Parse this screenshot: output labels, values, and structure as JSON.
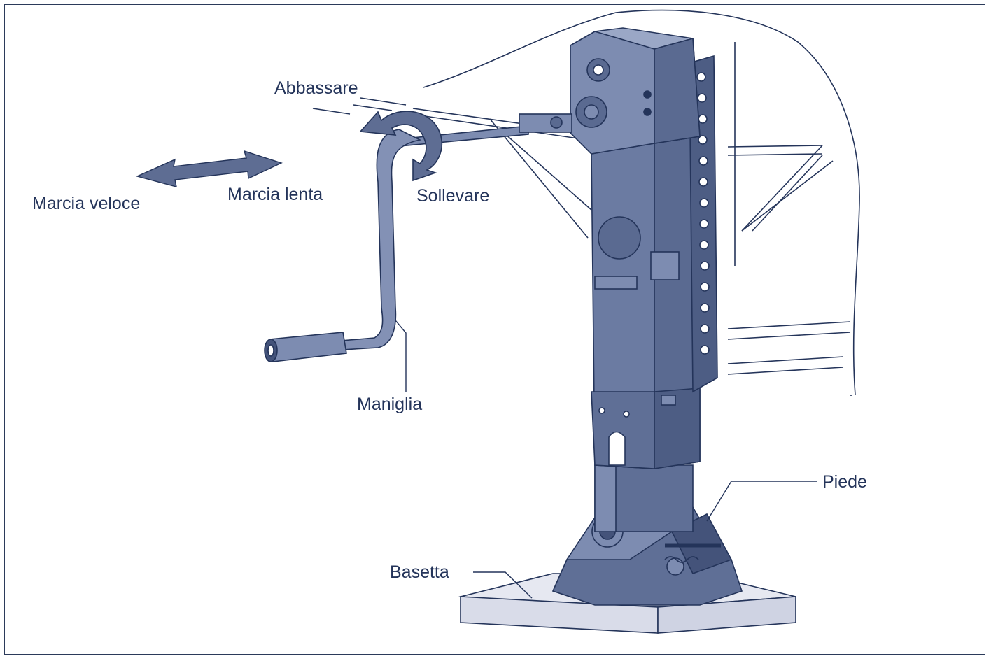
{
  "labels": {
    "lower": "Abbassare",
    "raise": "Sollevare",
    "fast_gear": "Marcia veloce",
    "slow_gear": "Marcia lenta",
    "handle": "Maniglia",
    "foot": "Piede",
    "base_plate": "Basetta"
  },
  "colors": {
    "line": "#24345a",
    "jack_fill": "#5f6f96",
    "jack_light": "#7d8cb1",
    "jack_dark": "#44537a",
    "arrow_fill": "#5e6d93",
    "base_fill": "#e6e8f1",
    "label_text": "#24345a"
  }
}
